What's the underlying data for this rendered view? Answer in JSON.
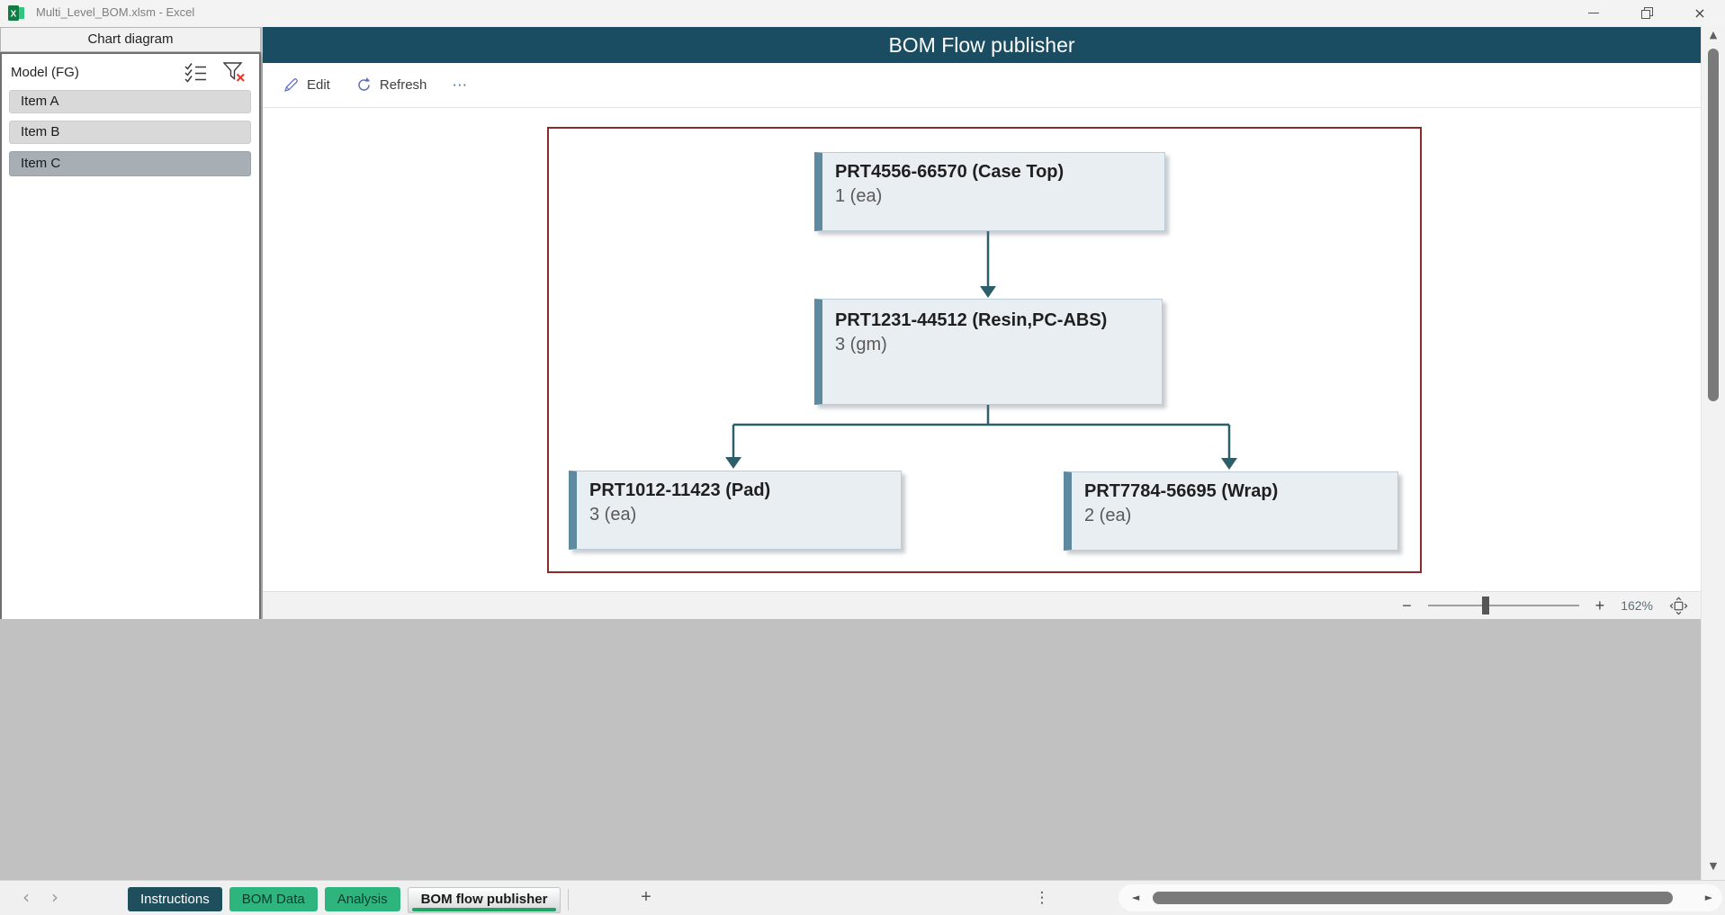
{
  "window": {
    "title": "Multi_Level_BOM.xlsm - Excel",
    "controls": {
      "minimize": "—",
      "close": "×"
    }
  },
  "sidebar": {
    "header": "Chart diagram",
    "field_label": "Model (FG)",
    "items": [
      {
        "label": "Item A",
        "selected": false
      },
      {
        "label": "Item B",
        "selected": false
      },
      {
        "label": "Item C",
        "selected": true
      }
    ]
  },
  "addin": {
    "banner_title": "BOM Flow publisher",
    "toolbar": {
      "edit_label": "Edit",
      "refresh_label": "Refresh",
      "more_label": "⋯"
    }
  },
  "diagram": {
    "nodes": [
      {
        "title": "PRT4556-66570 (Case Top)",
        "qty": "1 (ea)"
      },
      {
        "title": "PRT1231-44512 (Resin,PC-ABS)",
        "qty": "3 (gm)"
      },
      {
        "title": "PRT1012-11423 (Pad)",
        "qty": "3 (ea)"
      },
      {
        "title": "PRT7784-56695 (Wrap)",
        "qty": "2 (ea)"
      }
    ],
    "edges": [
      {
        "from": 0,
        "to": 1
      },
      {
        "from": 1,
        "to": 2
      },
      {
        "from": 1,
        "to": 3
      }
    ]
  },
  "zoombar": {
    "minus": "−",
    "plus": "+",
    "zoom_level": "162%"
  },
  "sheet_tabs": {
    "nav_left": "‹",
    "nav_right": "›",
    "items": [
      {
        "label": "Instructions",
        "style": "dark"
      },
      {
        "label": "BOM Data",
        "style": "green"
      },
      {
        "label": "Analysis",
        "style": "green"
      },
      {
        "label": "BOM flow publisher",
        "style": "active"
      }
    ],
    "add_sheet": "+",
    "options_handle": "⋮"
  },
  "scrollbars": {
    "up": "▲",
    "down": "▼",
    "left": "◄",
    "right": "►"
  },
  "colors": {
    "banner": "#1a4d61",
    "frame": "#8e2a2a",
    "node_fill": "#e9eef3",
    "node_border": "#b9ccd7",
    "node_accent": "#5e8aa1",
    "connector": "#2d5f6b",
    "green_tab": "#2eb57e",
    "dark_tab": "#1f4e5c",
    "active_underline": "#21a366",
    "selected_item": "#a7aeb4",
    "excel_green": "#107c41",
    "accent_blue": "#5b6cc0"
  }
}
